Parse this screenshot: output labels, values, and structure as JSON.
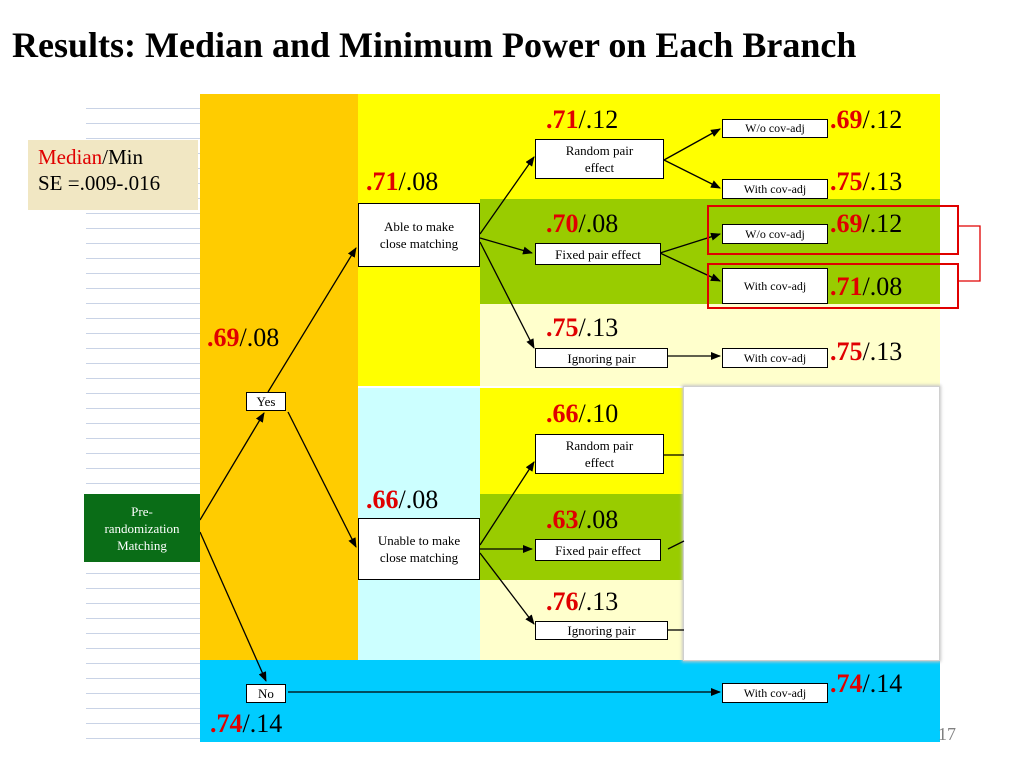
{
  "title": "Results: Median and Minimum Power on Each Branch",
  "legend": {
    "median_word": "Median",
    "min_word": "/Min",
    "se_line": "SE =.009-.016"
  },
  "page_number": "17",
  "colors": {
    "orange": "#ffcc00",
    "yellow": "#ffff00",
    "green": "#99cc00",
    "cream": "#ffffcc",
    "cyan": "#ccffff",
    "blue": "#00ccff",
    "dark_green": "#0a6d17",
    "red": "#e00000"
  },
  "nodes": {
    "root": "Pre-\nrandomization\nMatching",
    "yes": "Yes",
    "no": "No",
    "able": "Able to make\nclose matching",
    "unable": "Unable to make\nclose matching",
    "random_top": "Random pair\neffect",
    "fixed_top": "Fixed pair effect",
    "ignoring_top": "Ignoring pair",
    "random_bottom": "Random pair\neffect",
    "fixed_bottom": "Fixed pair effect",
    "ignoring_bottom": "Ignoring pair",
    "wo_cov_1": "W/o cov-adj",
    "with_cov_1": "With cov-adj",
    "wo_cov_2": "W/o cov-adj",
    "with_cov_2": "With cov-adj",
    "with_cov_3": "With cov-adj",
    "with_cov_no": "With cov-adj"
  },
  "values": {
    "yes_branch": {
      "median": ".69",
      "min": "/.08"
    },
    "no_branch": {
      "median": ".74",
      "min": "/.14"
    },
    "able": {
      "median": ".71",
      "min": "/.08"
    },
    "unable": {
      "median": ".66",
      "min": "/.08"
    },
    "random_top": {
      "median": ".71",
      "min": "/.12"
    },
    "fixed_top": {
      "median": ".70",
      "min": "/.08"
    },
    "ignoring_top": {
      "median": ".75",
      "min": "/.13"
    },
    "random_bottom": {
      "median": ".66",
      "min": "/.10"
    },
    "fixed_bottom": {
      "median": ".63",
      "min": "/.08"
    },
    "ignoring_bottom": {
      "median": ".76",
      "min": "/.13"
    },
    "wo_cov_1": {
      "median": ".69",
      "min": "/.12"
    },
    "with_cov_1": {
      "median": ".75",
      "min": "/.13"
    },
    "wo_cov_2": {
      "median": ".69",
      "min": "/.12"
    },
    "with_cov_2": {
      "median": ".71",
      "min": "/.08"
    },
    "with_cov_3": {
      "median": ".75",
      "min": "/.13"
    },
    "with_cov_no": {
      "median": ".74",
      "min": "/.14"
    }
  }
}
